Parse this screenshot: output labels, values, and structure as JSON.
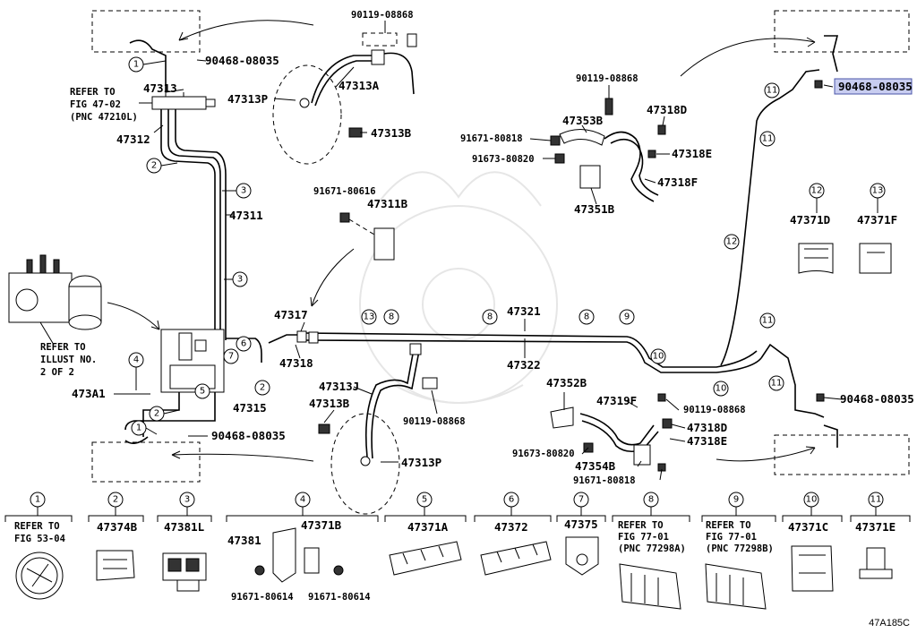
{
  "parts": {
    "p47313": "47313",
    "p47313P_top": "47313P",
    "p47313A": "47313A",
    "p47313B_top": "47313B",
    "p90119_top": "90119-08868",
    "p47312": "47312",
    "p47311": "47311",
    "p90468_tl": "90468-08035",
    "refer_fig47_1": "REFER TO",
    "refer_fig47_2": "FIG 47-02",
    "refer_fig47_3": "(PNC 47210L)",
    "refer_illust_1": "REFER TO",
    "refer_illust_2": "ILLUST NO.",
    "refer_illust_3": "2 OF 2",
    "p473A1": "473A1",
    "p47315": "47315",
    "p90468_bl": "90468-08035",
    "p47317": "47317",
    "p47318": "47318",
    "p47311B": "47311B",
    "p91671_80616": "91671-80616",
    "p47321": "47321",
    "p47322": "47322",
    "p47313J": "47313J",
    "p47313B_bot": "47313B",
    "p90119_mid": "90119-08868",
    "p47313P_bot": "47313P",
    "p90119_ur": "90119-08868",
    "p47353B": "47353B",
    "p91671_80818_top": "91671-80818",
    "p91673_80820_top": "91673-80820",
    "p47351B": "47351B",
    "p47318D_top": "47318D",
    "p47318E_top": "47318E",
    "p47318F": "47318F",
    "p47352B": "47352B",
    "p47319F": "47319F",
    "p90119_br": "90119-08868",
    "p47318D_bot": "47318D",
    "p47318E_bot": "47318E",
    "p91673_80820_bot": "91673-80820",
    "p47354B": "47354B",
    "p91671_80818_bot": "91671-80818",
    "p90468_tr": "90468-08035",
    "p90468_mr": "90468-08035",
    "p47371D": "47371D",
    "p47371F": "47371F"
  },
  "callouts": {
    "c1": "1",
    "c2": "2",
    "c3": "3",
    "c4": "4",
    "c5": "5",
    "c6": "6",
    "c7": "7",
    "c8": "8",
    "c9": "9",
    "c10": "10",
    "c11": "11",
    "c12": "12",
    "c13": "13"
  },
  "legend": [
    {
      "num": "1",
      "line1": "REFER TO",
      "line2": "FIG 53-04",
      "line3": ""
    },
    {
      "num": "2",
      "line1": "47374B",
      "line2": "",
      "line3": ""
    },
    {
      "num": "3",
      "line1": "47381L",
      "line2": "",
      "line3": ""
    },
    {
      "num": "4",
      "line1": "47371B",
      "line2": "47381",
      "line3": ""
    },
    {
      "num": "5",
      "line1": "47371A",
      "line2": "",
      "line3": ""
    },
    {
      "num": "6",
      "line1": "47372",
      "line2": "",
      "line3": ""
    },
    {
      "num": "7",
      "line1": "47375",
      "line2": "",
      "line3": ""
    },
    {
      "num": "8",
      "line1": "REFER TO",
      "line2": "FIG 77-01",
      "line3": "(PNC 77298A)"
    },
    {
      "num": "9",
      "line1": "REFER TO",
      "line2": "FIG 77-01",
      "line3": "(PNC 77298B)"
    },
    {
      "num": "10",
      "line1": "47371C",
      "line2": "",
      "line3": ""
    },
    {
      "num": "11",
      "line1": "47371E",
      "line2": "",
      "line3": ""
    }
  ],
  "legend_bolts": {
    "b1": "91671-80614",
    "b2": "91671-80614"
  },
  "figure_code": "47A185C",
  "colors": {
    "highlight": "#c8cdf0",
    "highlight_border": "#4a55a8",
    "line": "#000000"
  }
}
